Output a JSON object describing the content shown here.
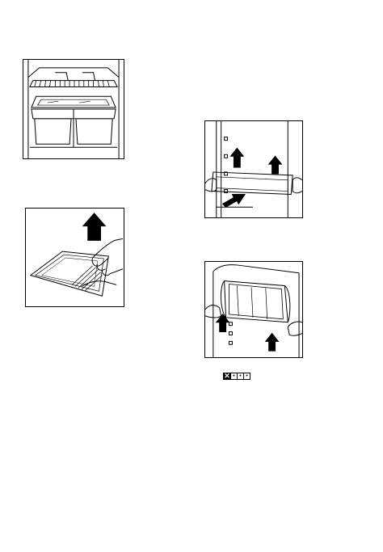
{
  "figures": [
    {
      "id": "shelves",
      "icon": "fridge-shelves-illustration"
    },
    {
      "id": "drawer-cover",
      "icon": "drawer-cover-removal-illustration"
    },
    {
      "id": "bottle-shelf",
      "icon": "door-bottle-shelf-removal-illustration"
    },
    {
      "id": "dairy-compartment",
      "icon": "dairy-compartment-removal-illustration"
    }
  ],
  "mark": {
    "icon": "disposal-symbol-icon",
    "x_glyph": "✕",
    "dot_glyph": "•"
  },
  "colors": {
    "ink": "#000000",
    "paper": "#ffffff"
  }
}
